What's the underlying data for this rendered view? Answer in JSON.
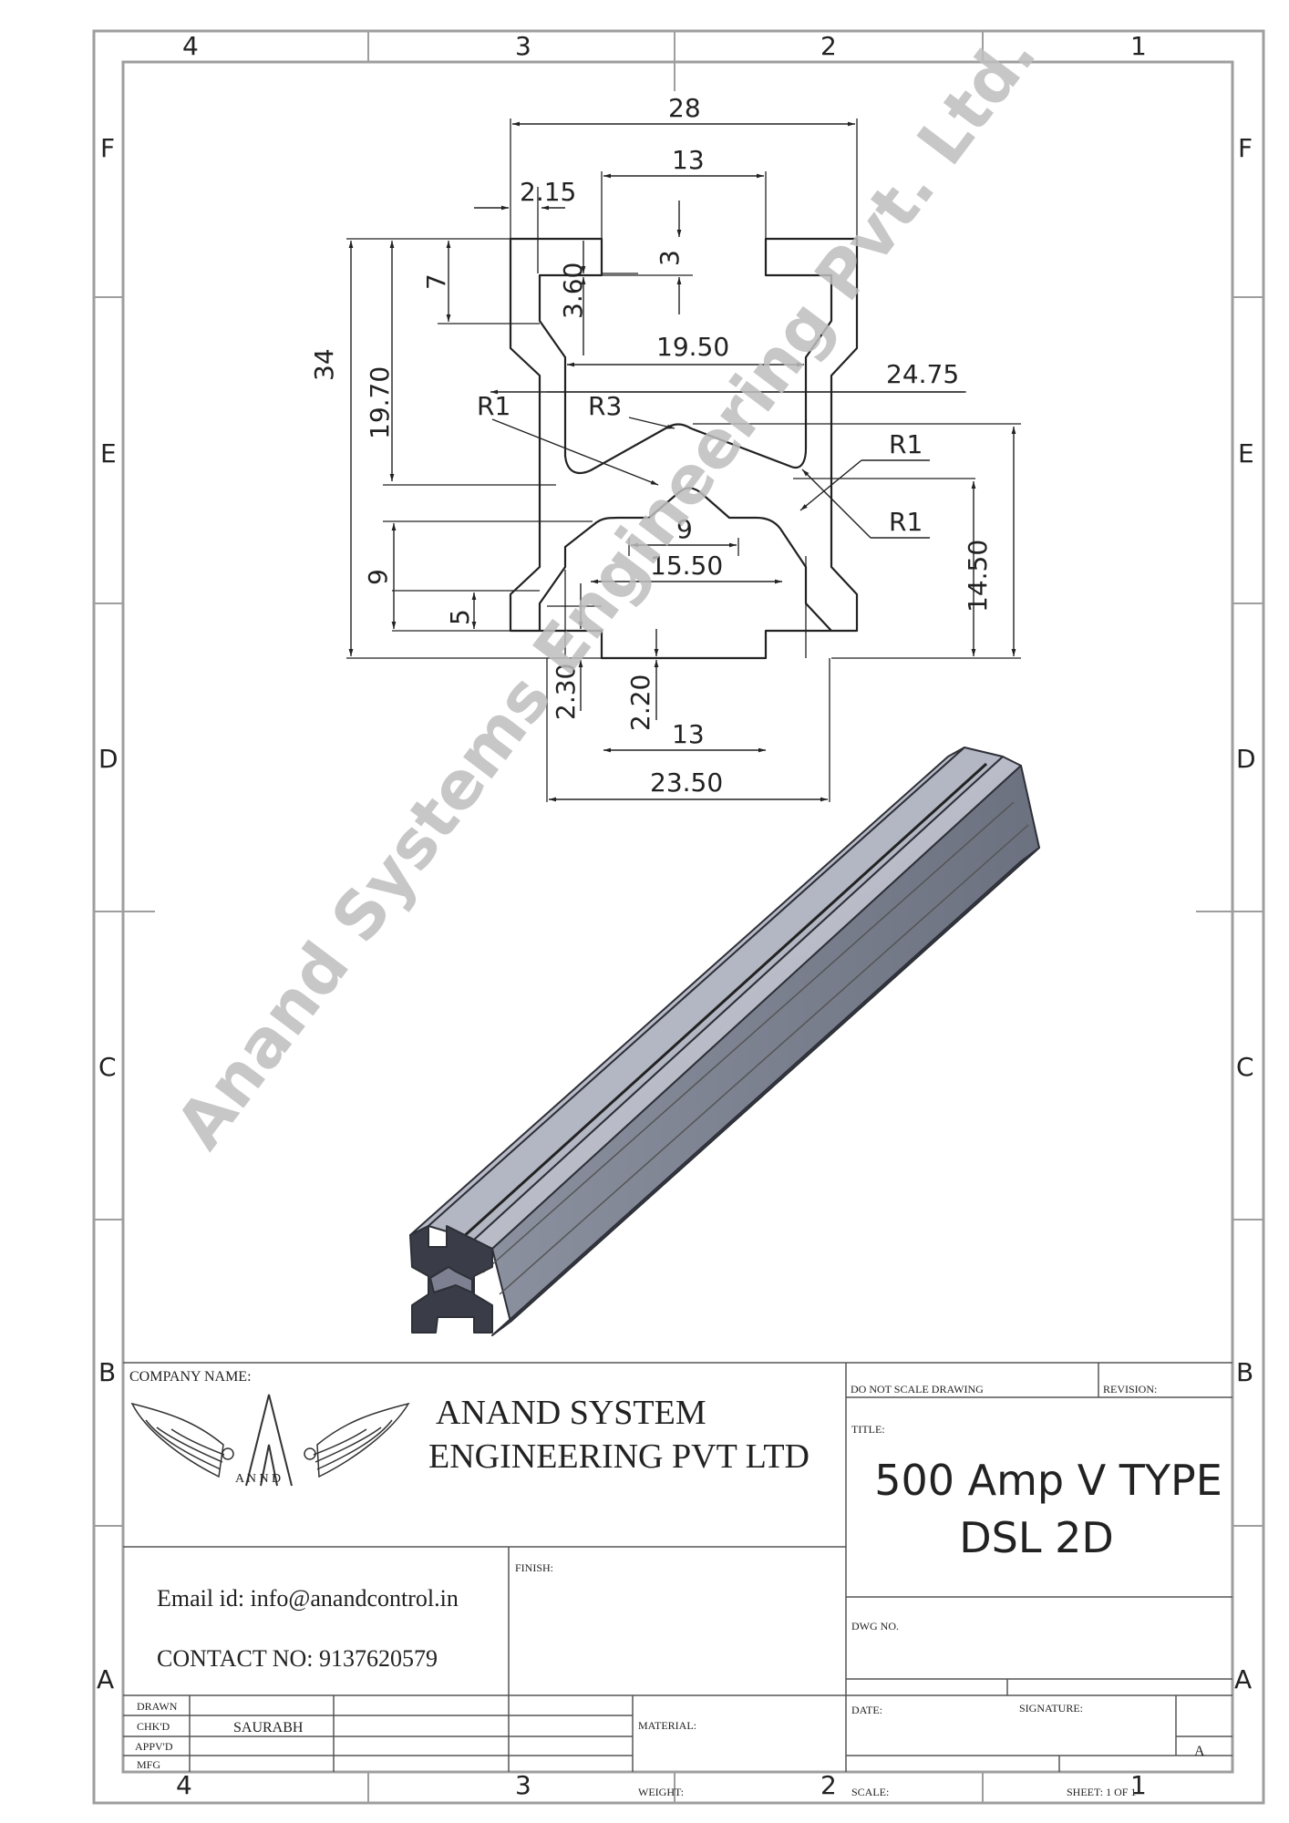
{
  "zones": {
    "cols": [
      "4",
      "3",
      "2",
      "1"
    ],
    "rows": [
      "F",
      "E",
      "D",
      "C",
      "B",
      "A"
    ]
  },
  "watermark": "Anand Systems Engineering Pvt. Ltd.",
  "dimensions": {
    "d28": "28",
    "d13_top": "13",
    "d2_15": "2.15",
    "d3": "3",
    "d3_60": "3.60",
    "d7": "7",
    "d34": "34",
    "d19_50": "19.50",
    "d24_75": "24.75",
    "d19_70": "19.70",
    "r1_left": "R1",
    "r3": "R3",
    "r1_right_top": "R1",
    "r1_right_bottom": "R1",
    "d9_h": "9",
    "d15_50": "15.50",
    "d9_v": "9",
    "d5": "5",
    "d14_50": "14.50",
    "d2_30": "2.30",
    "d2_20": "2.20",
    "d13_bottom": "13",
    "d23_50": "23.50"
  },
  "title_block": {
    "company_name_label": "COMPANY NAME:",
    "logo_letters": "A N   N D",
    "company_line1": "ANAND SYSTEM",
    "company_line2": "ENGINEERING PVT LTD",
    "do_not_scale": "DO NOT SCALE DRAWING",
    "revision_label": "REVISION:",
    "title_label": "TITLE:",
    "title_line1": "500 Amp V TYPE",
    "title_line2": "DSL 2D",
    "finish_label": "FINISH:",
    "email": "Email id: info@anandcontrol.in",
    "contact": "CONTACT NO: 9137620579",
    "dwg_no_label": "DWG NO.",
    "drawn_label": "DRAWN",
    "chkd_label": "CHK'D",
    "appvd_label": "APPV'D",
    "mfg_label": "MFG",
    "drawn_name": "SAURABH",
    "material_label": "MATERIAL:",
    "weight_label": "WEIGHT:",
    "date_label": "DATE:",
    "signature_label": "SIGNATURE:",
    "size_value": "A",
    "scale_label": "SCALE:",
    "sheet_label": "SHEET: 1 OF 1"
  }
}
